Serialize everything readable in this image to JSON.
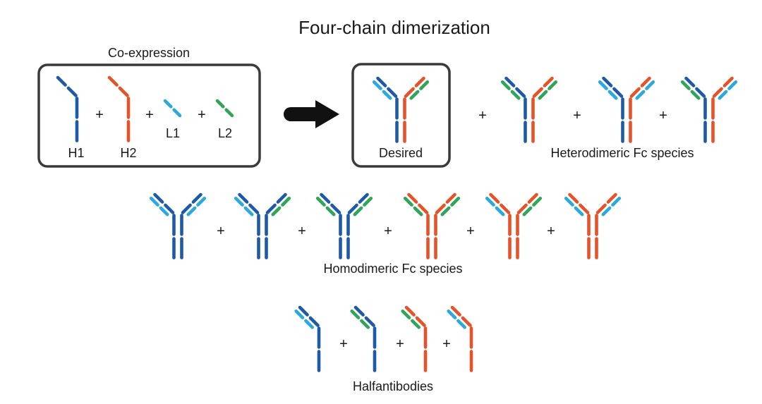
{
  "title": "Four-chain dimerization",
  "colors": {
    "H1": "#1f5aa6",
    "H2": "#e4532a",
    "L1": "#2ba9df",
    "L2": "#2fa55a",
    "frame": "#3a3a3a",
    "arrow": "#111111"
  },
  "coexpression": {
    "label": "Co-expression",
    "chains": [
      {
        "id": "H1",
        "type": "heavy",
        "label": "H1"
      },
      {
        "id": "H2",
        "type": "heavy",
        "label": "H2"
      },
      {
        "id": "L1",
        "type": "light",
        "label": "L1"
      },
      {
        "id": "L2",
        "type": "light",
        "label": "L2"
      }
    ],
    "plus": "+"
  },
  "desired": {
    "label": "Desired",
    "antibody": {
      "left_heavy": "H1",
      "left_light": "L1",
      "right_heavy": "H2",
      "right_light": "L2"
    }
  },
  "heterodimeric": {
    "label": "Heterodimeric Fc species",
    "plus": "+",
    "antibodies": [
      {
        "left_heavy": "H1",
        "left_light": "L2",
        "right_heavy": "H2",
        "right_light": "L2"
      },
      {
        "left_heavy": "H1",
        "left_light": "L1",
        "right_heavy": "H2",
        "right_light": "L1"
      },
      {
        "left_heavy": "H1",
        "left_light": "L2",
        "right_heavy": "H2",
        "right_light": "L1"
      }
    ]
  },
  "homodimeric": {
    "label": "Homodimeric Fc species",
    "plus": "+",
    "antibodies": [
      {
        "left_heavy": "H1",
        "left_light": "L1",
        "right_heavy": "H1",
        "right_light": "L1"
      },
      {
        "left_heavy": "H1",
        "left_light": "L1",
        "right_heavy": "H1",
        "right_light": "L2"
      },
      {
        "left_heavy": "H1",
        "left_light": "L2",
        "right_heavy": "H1",
        "right_light": "L2"
      },
      {
        "left_heavy": "H2",
        "left_light": "L2",
        "right_heavy": "H2",
        "right_light": "L2"
      },
      {
        "left_heavy": "H2",
        "left_light": "L1",
        "right_heavy": "H2",
        "right_light": "L2"
      },
      {
        "left_heavy": "H2",
        "left_light": "L1",
        "right_heavy": "H2",
        "right_light": "L1"
      }
    ]
  },
  "halfantibodies": {
    "label": "Halfantibodies",
    "plus": "+",
    "items": [
      {
        "heavy": "H1",
        "light": "L1"
      },
      {
        "heavy": "H1",
        "light": "L2"
      },
      {
        "heavy": "H2",
        "light": "L2"
      },
      {
        "heavy": "H2",
        "light": "L1"
      }
    ]
  }
}
